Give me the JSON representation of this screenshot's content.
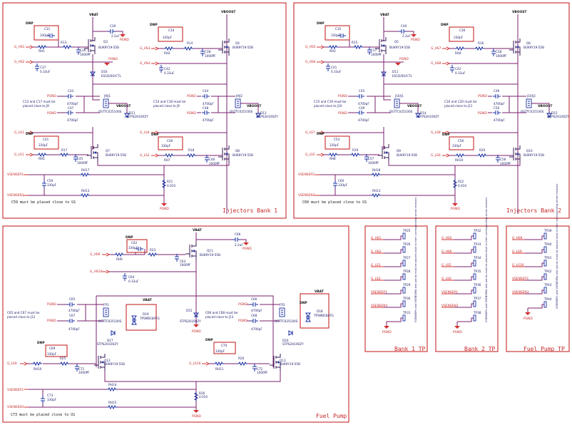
{
  "panels": {
    "inj1": {
      "title": "Injectors Bank 1"
    },
    "inj2": {
      "title": "Injectors Bank 2"
    },
    "fuel": {
      "title": "Fuel Pump"
    },
    "b1tp": {
      "title": "Bank 1 TP"
    },
    "b2tp": {
      "title": "Bank 2 TP"
    },
    "fptp": {
      "title": "Fuel Pump TP"
    }
  },
  "nets": {
    "vbat": "VBAT",
    "vboost": "VBOOST",
    "pgnd": "PGND",
    "dnp": "DNP"
  },
  "inj1": {
    "in_h1": "G_HS1",
    "in_l1": "G_HS2",
    "in_s1": "G_LS1",
    "in_s2": "G_LS2",
    "sense_p": "VSENSEP1",
    "sense_n": "VSENSEN1",
    "c1": "C31",
    "c1v": "330pF",
    "r1": "R13",
    "r1b": "RH1",
    "c2": "C36",
    "c2v": "1000PF",
    "q1": "Q3",
    "q1p": "BUK9Y19-55B",
    "cbat": "C39",
    "cbatv": "2.2uF",
    "c3": "C37",
    "c3v": "0.33uF",
    "d1": "D16",
    "d1p": "ES1D/SO/CTL",
    "c4": "C43",
    "c4v": "4700pF",
    "c5": "C47",
    "c5v": "4700pF",
    "nota": "C13 and C17 must be",
    "notb": "placed close to J9",
    "j1": "J9/J1",
    "j1p": "OSTTC025100S",
    "d2": "D11",
    "d2p": "STPS2H100ZY",
    "q2": "Q7",
    "q2p": "BUK9Y19-55B",
    "c6": "C41",
    "c6v": "330pF",
    "r2": "R17",
    "r2b": "RH5",
    "c7": "C45",
    "c7v": "1000PF",
    "r3": "RH17",
    "r4": "R21",
    "r4v": "0.010",
    "c8": "C59",
    "c8v": "330pF",
    "r5": "RH13",
    "bottom_note": "C59 must be placed close to U1",
    "q3": "Q4",
    "q3p": "BUK9Y19-55B",
    "c9": "C34",
    "c9v": "330pF",
    "r6": "R14",
    "r6b": "RH2",
    "c10": "C38",
    "c10v": "1000PF",
    "c11": "C42",
    "c11v": "0.33uF",
    "c12": "C44",
    "c12v": "4700pF",
    "c13": "C48",
    "c13v": "4700pF",
    "notc": "C14 and C18 must be",
    "notd": "placed close to J9",
    "j2": "J9/J2",
    "d3": "D13",
    "d3p": "STPS2H100ZY",
    "q4": "Q8",
    "q4p": "BUK9Y19-55B",
    "c14": "C46",
    "c14v": "330pF",
    "r7": "R18",
    "r7b": "RH7",
    "c15": "C46",
    "c15v": "1000PF",
    "g_hs3": "G_HS3",
    "g_hs4": "G_HS4",
    "g_ls3": "G_LS3",
    "g_ls4": "G_LS4"
  },
  "inj2": {
    "in_h1": "G_HS5",
    "in_l1": "G_HS6",
    "in_s1": "G_LS5",
    "in_s2": "G_LS6",
    "sense_p": "VSENSEP2",
    "sense_n": "VSENSEN2",
    "c1": "C35",
    "c1v": "330pF",
    "r1": "R15",
    "r1b": "RH3",
    "c2": "C37",
    "c2v": "1000PF",
    "q1": "Q5",
    "q1p": "BUK9Y19-55B",
    "cbat": "C40",
    "cbatv": "2.2uF",
    "c3": "C41",
    "c3v": "0.33uF",
    "d1": "D11",
    "d1p": "ES1D/SO/CTL",
    "c4": "C45",
    "c4v": "4700pF",
    "c5": "C49",
    "c5v": "4700pF",
    "nota": "C15 and C19 must be",
    "notb": "placed close to J10",
    "j1": "J10/J1",
    "j1p": "OSTTC025100S",
    "d2": "D14",
    "d2p": "STPS2H100ZY",
    "q2": "Q9",
    "q2p": "BUK9Y19-55B",
    "c6": "C53",
    "c6v": "330pF",
    "r2": "R19",
    "r2b": "RH8",
    "c7": "C57",
    "c7v": "1000PF",
    "r3": "RH18",
    "r4": "R22",
    "r4v": "0.010",
    "c8": "C60",
    "c8v": "330pF",
    "r5": "RH13",
    "bottom_note": "C60 must be placed close to U1",
    "q3": "Q6",
    "q3p": "BUK9Y19-55B",
    "c9": "C36",
    "c9v": "330pF",
    "r6": "R16",
    "r6b": "RH4",
    "c10": "C38",
    "c10v": "1000PF",
    "c11": "C42",
    "c11v": "0.33uF",
    "c12": "C46",
    "c12v": "4700pF",
    "c13": "C50",
    "c13v": "4700pF",
    "notc": "C16 and C20 must be",
    "notd": "placed close to J11",
    "j2": "J10/J2",
    "d3": "D15",
    "d3p": "STPS2H100ZY",
    "q4": "Q10",
    "q4p": "BUK9Y19-55B",
    "c14": "C56",
    "c14v": "330pF",
    "r7": "R20",
    "r7b": "RH10",
    "c15": "C58",
    "c15v": "1000PF",
    "g_hs3": "G_HS7",
    "g_hs4": "G_HS8",
    "g_ls3": "G_LS7",
    "g_ls4": "G_LS8"
  },
  "fuel": {
    "in_h1": "G_HS9",
    "in_h2": "G_HS10",
    "in_l1": "G_LS9",
    "in_l2": "G_LS10",
    "sense_p": "VSENSEP3",
    "sense_n": "VSENSEN3",
    "c1": "C62",
    "c1v": "330pF",
    "r1": "R23",
    "r1b": "RH9",
    "q1": "Q11",
    "q1p": "BUK9Y19-55B",
    "c2": "C63",
    "c2v": "1000PF",
    "cbat": "C66",
    "cbatv": "2.2uF",
    "c3": "C64",
    "c3v": "0.33uF",
    "nota": "C65 and C67 must be",
    "notb": "placed close to J12",
    "notc": "C66 and C68 must be",
    "notd": "placed close to J13",
    "c4": "C65",
    "c4v": "4700pF",
    "c5": "C67",
    "c5v": "4700pF",
    "c6": "C66",
    "c6v": "4700pF",
    "c7": "C68",
    "c7v": "4700pF",
    "j1": "FP1",
    "j1p": "OSTTC025100S",
    "j2": "FP2",
    "j2p": "OSTTC025100S",
    "d1": "D19",
    "d1p": "TPSMB18ATG",
    "d2": "D18",
    "d2p": "TPSMB18ATG",
    "d3": "D17",
    "d3p": "STPS2H100ZY",
    "d4": "D16",
    "d4p": "STPS2H100ZY",
    "d5": "D15",
    "d5p": "STPS2H100ZY",
    "q2": "Q12",
    "q2p": "BUK9Y19-55B",
    "c8": "C69",
    "c8v": "330pF",
    "r2": "R25",
    "r2b": "RH10",
    "c9": "C71",
    "c9v": "1000PF",
    "q3": "Q13",
    "q3p": "BUK9Y19-55B",
    "c10": "C70",
    "c10v": "330pF",
    "r3": "R26",
    "r3b": "RH11",
    "c11": "C72",
    "c11v": "1000PF",
    "r4": "RH14",
    "r5": "RH15",
    "r6": "R26",
    "r6v": "0.010",
    "c12": "C73",
    "c12v": "330pF",
    "bottom_note": "C73 must be placed close to U1"
  },
  "b1tp": {
    "labels": [
      "G_HS1",
      "G_HS2",
      "G_LS1",
      "G_LS2",
      "VSENSEP1",
      "VSENSEN1"
    ],
    "tps": [
      "TP25",
      "TP26",
      "TP27",
      "TP28",
      "TP29",
      "TP30",
      "TP31"
    ],
    "note": "VSENSEPx and VSENSENx test points must be placed close to their corresponding sense resistors"
  },
  "b2tp": {
    "labels": [
      "G_HS5",
      "G_HS6",
      "G_LS5",
      "G_LS6",
      "VSENSEP2",
      "VSENSEN2"
    ],
    "tps": [
      "TP32",
      "TP33",
      "TP34",
      "TP35",
      "TP36",
      "TP37",
      "TP38"
    ],
    "note": "VSENSEPx and VSENSENx test points must be placed close to their corresponding sense resistors"
  },
  "fptp": {
    "labels": [
      "G_HS9",
      "G_LS9",
      "G_LS10",
      "VSENSEP3",
      "VSENSEN3"
    ],
    "tps": [
      "TP39",
      "TP40",
      "TP41",
      "TP42",
      "TP43",
      "TP44"
    ],
    "note": "VSENSEPx and VSENSENx test points must be placed close to their corresponding sense resistors"
  }
}
